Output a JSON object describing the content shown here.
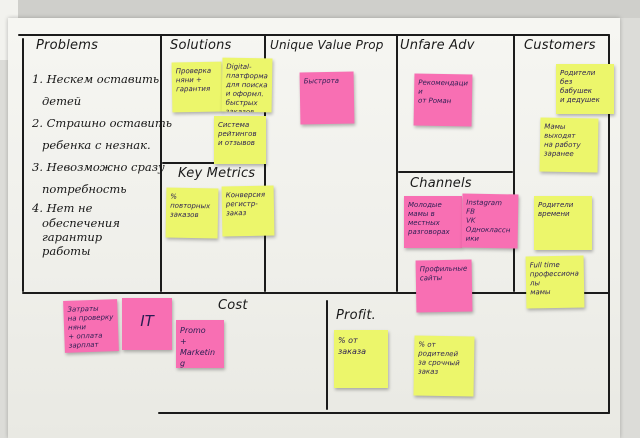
{
  "canvas": {
    "headers": {
      "problems": "Problems",
      "solutions": "Solutions",
      "unique_value": "Unique Value Prop",
      "unfair_adv": "Unfare Adv",
      "customers": "Customers",
      "key_metrics": "Key Metrics",
      "channels": "Channels",
      "cost": "Cost",
      "profit": "Profit."
    },
    "problems_list": [
      "1. Нескем оставить",
      "детей",
      "2. Страшно оставить",
      "ребенка с незнак.",
      "3. Невозможно сразу",
      "потребность",
      "4. Нет не",
      "обеспечения",
      "гарантир",
      "работы"
    ],
    "notes": {
      "solutions_1": "Проверка\nняни +\nгарантия",
      "solutions_2": "Digital-\nплатформа\nдля поиска\nи оформл.\nбыстрых\nзаказов",
      "solutions_3": "Система\nрейтингов\nи отзывов",
      "metrics_1": "% повторных\nзаказов",
      "metrics_2": "Конверсия\nрегистр-заказ",
      "uvp_1": "Быстрота",
      "unfair_1": "Рекомендации\nот Роман",
      "channels_1": "Молодые\nмамы в\nместных\nразговорах",
      "channels_2": "Instagram\nFB\nVK\nОдноклассники",
      "channels_3": "Профильные\nсайты",
      "customers_1": "Родители\nбез\nбабушек\nи дедушек",
      "customers_2": "Мамы\nвыходят\nна работу\nзаранее",
      "customers_3": "Родители\nвремени",
      "customers_4": "Full time\nпрофессионалы\nмамы",
      "cost_1": "Затраты\nна проверку\nняни\n+ оплата\nзарплат",
      "cost_2": "IT",
      "cost_3": "Promo\n+ Marketing",
      "profit_1": "% от\nзаказа",
      "profit_2": "% от\nродителей\nза срочный\nзаказ"
    }
  }
}
